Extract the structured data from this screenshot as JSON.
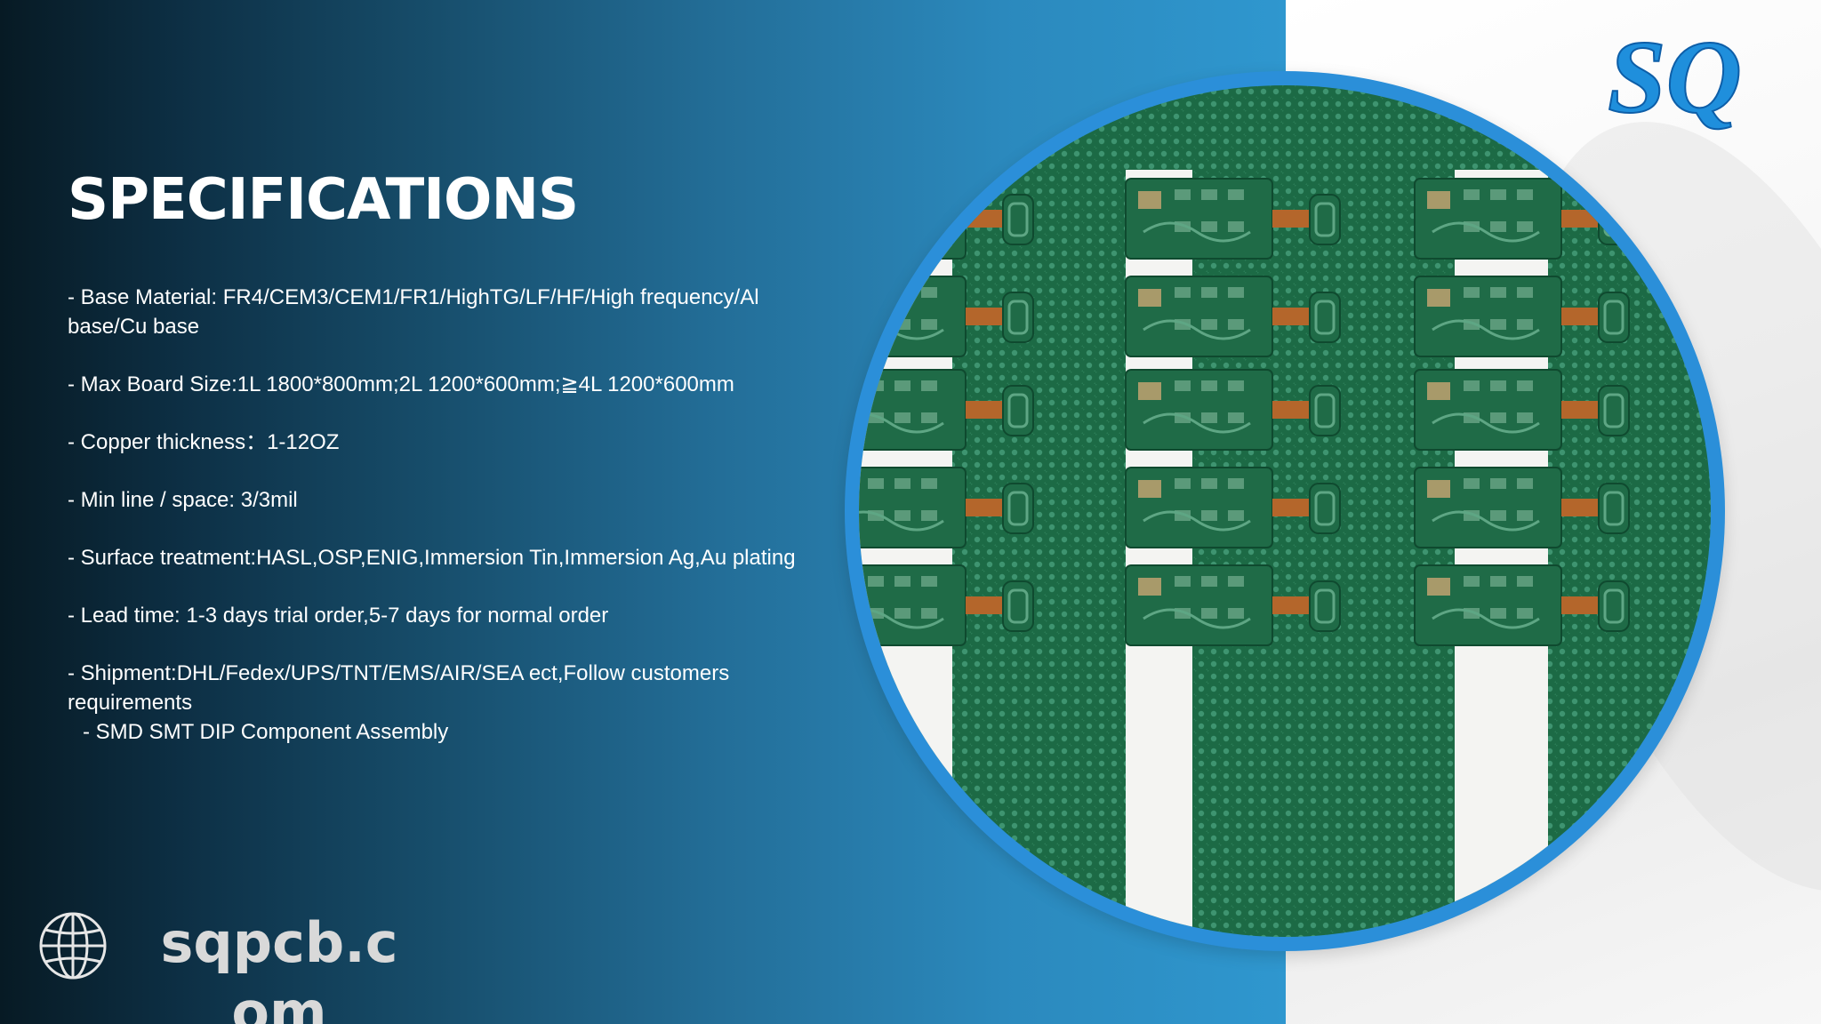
{
  "title": "SPECIFICATIONS",
  "specs": [
    "- Base Material: FR4/CEM3/CEM1/FR1/HighTG/LF/HF/High frequency/Al base/Cu base",
    "- Max Board Size:1L 1800*800mm;2L 1200*600mm;≧4L 1200*600mm",
    "- Copper thickness：1-12OZ",
    "- Min line / space: 3/3mil",
    "- Surface treatment:HASL,OSP,ENIG,Immersion Tin,Immersion Ag,Au plating",
    "- Lead time: 1-3 days trial order,5-7 days for normal order",
    "- Shipment:DHL/Fedex/UPS/TNT/EMS/AIR/SEA ect,Follow customers requirements",
    "- SMD SMT DIP Component Assembly"
  ],
  "footer": {
    "website": "sqpcb.com",
    "icon": "globe-icon"
  },
  "logo": {
    "text": "SQ",
    "color": "#1f8fdc"
  },
  "colors": {
    "gradient_dark": "#071a24",
    "gradient_light": "#2f97cf",
    "circle_border": "#2b8fd9",
    "pcb_green": "#1f6b47",
    "flex_copper": "#b4662b"
  }
}
